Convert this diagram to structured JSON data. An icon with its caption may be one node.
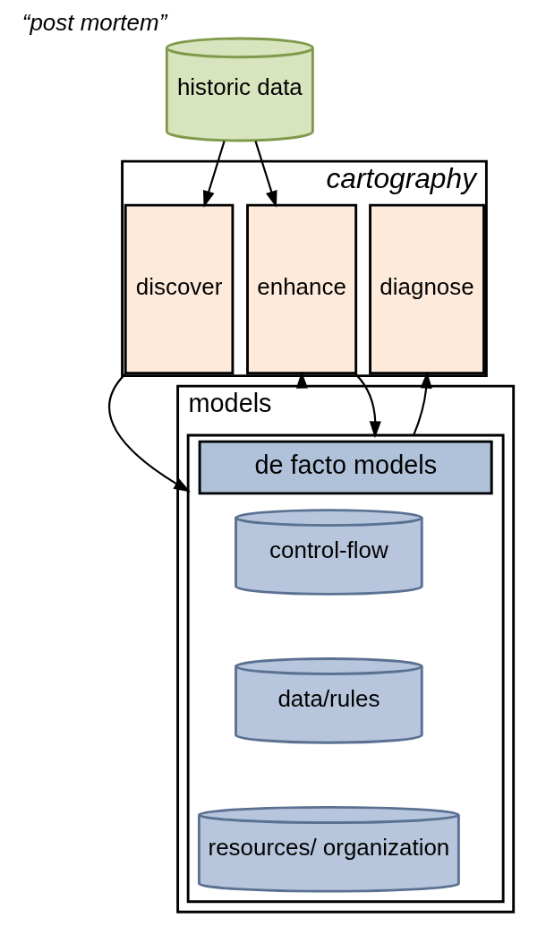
{
  "diagram": {
    "nodes": [
      {
        "text": [
          "historic data"
        ],
        "beside": [
          "“post mortem”"
        ]
      },
      {
        "text": [
          "cartography"
        ]
      },
      {
        "text": [
          "discover"
        ],
        "in": 1
      },
      {
        "text": [
          "enhance"
        ],
        "in": 1
      },
      {
        "text": [
          "diagnose"
        ],
        "in": 1
      },
      {
        "text": [
          "models"
        ]
      },
      {
        "text": [
          "de facto models"
        ],
        "in": 5
      },
      {
        "text": [
          "control-flow"
        ],
        "in": 6
      },
      {
        "text": [
          "data/rules"
        ],
        "in": 6
      },
      {
        "text": [
          "resources/ organization"
        ],
        "in": 6
      }
    ],
    "edges": [
      {
        "from": 0,
        "to": 2,
        "arrow": "to"
      },
      {
        "from": 0,
        "to": 3,
        "arrow": "to"
      },
      {
        "from": 2,
        "to": 6,
        "arrow": "to"
      },
      {
        "from": 5,
        "to": 3,
        "arrow": "to"
      },
      {
        "from": 3,
        "to": 6,
        "arrow": "to"
      },
      {
        "from": 6,
        "to": 4,
        "arrow": "to"
      }
    ]
  }
}
